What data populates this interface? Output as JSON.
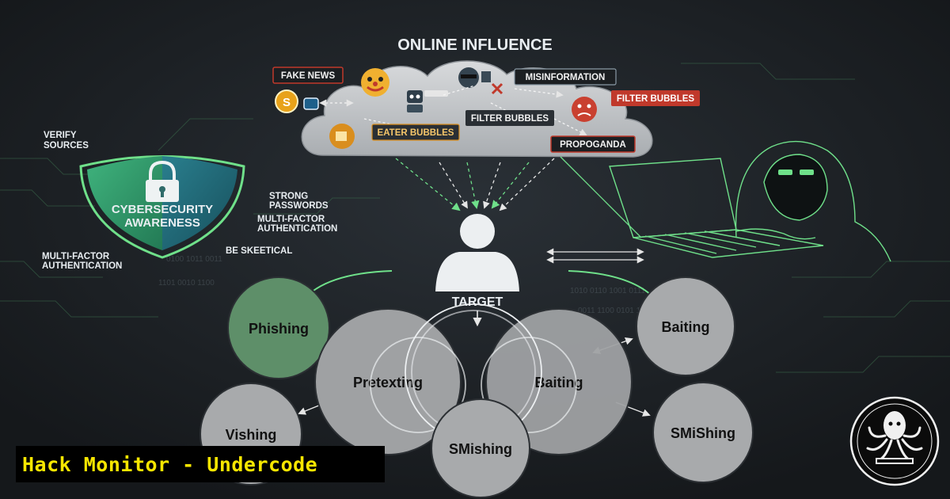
{
  "title": "ONLINE INFLUENCE",
  "cloud_tags": {
    "fake_news": "FAKE NEWS",
    "misinformation": "MISINFORMATION",
    "filter_bubbles_right": "FILTER BUBBLES",
    "filter_bubbles_center": "FILTER BUBBLES",
    "eater_bubbles": "EATER BUBBLES",
    "propoganda": "PROPOGANDA"
  },
  "shield": {
    "line1": "CYBERSECURITY",
    "line2": "AWARENESS"
  },
  "tips": {
    "verify_1": "VERIFY",
    "verify_2": "SOURCES",
    "strong_1": "STRONG",
    "strong_2": "PASSWORDS",
    "mfa_right_1": "MULTI-FACTOR",
    "mfa_right_2": "AUTHENTICATION",
    "mfa_left_1": "MULTI-FACTOR",
    "mfa_left_2": "AUTHENTICATION",
    "skeptical": "BE SKEETICAL"
  },
  "target_label": "TARGET",
  "attacks": {
    "phishing": "Phishing",
    "baiting_top": "Baiting",
    "pretexting": "Pretexting",
    "baiting_center": "Baiting",
    "vishing": "Vishing",
    "smishing_center": "SMishing",
    "smishing_right": "SMiShing"
  },
  "branding": "Hack Monitor - Undercode",
  "colors": {
    "background": "#1c2024",
    "accent_green": "#6fe08a",
    "shield_green": "#2f9a6a",
    "shield_teal": "#1f6a7a",
    "tag_red": "#c0392b",
    "brand_yellow": "#f7e600"
  }
}
